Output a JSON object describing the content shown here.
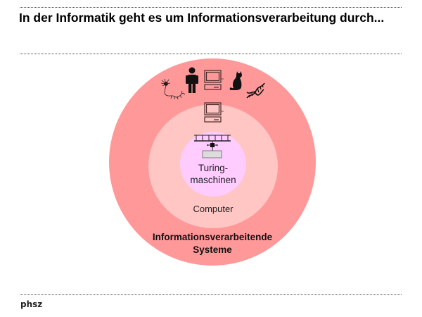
{
  "slide": {
    "title": "In der Informatik geht es um Informationsverarbeitung durch...",
    "footer": "phsz"
  },
  "diagram": {
    "type": "nested-circles",
    "colors": {
      "outer": "#ff9898",
      "middle": "#ffc6c4",
      "inner": "#ffccff"
    },
    "outer": {
      "label_line1": "Informationsverarbeitende",
      "label_line2": "Systeme",
      "icons": [
        "neuron-icon",
        "person-icon",
        "computer-icon",
        "cat-icon",
        "dna-icon"
      ]
    },
    "middle": {
      "label": "Computer",
      "icons": [
        "computer-icon"
      ]
    },
    "inner": {
      "label_line1": "Turing-",
      "label_line2": "maschinen",
      "icons": [
        "turing-machine-icon"
      ]
    }
  }
}
